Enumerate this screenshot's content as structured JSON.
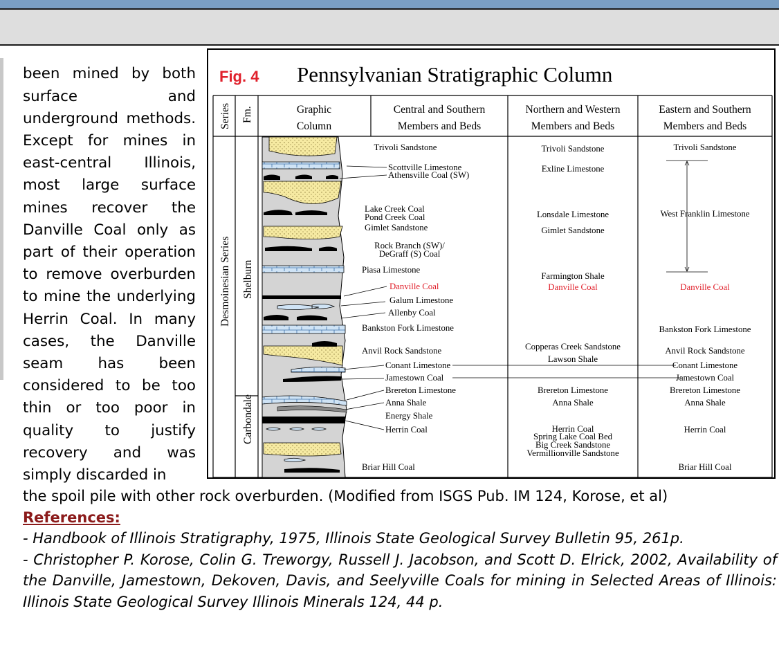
{
  "body_paragraph": "been mined by both surface and underground methods. Except for mines in east-central Illinois, most large surface mines recover the Danville Coal only as part of their operation to remove overburden to mine the underlying Herrin Coal. In many cases, the Danville seam has been considered to be too thin or too poor in quality to justify recovery and was simply discarded in",
  "continuation": "the spoil pile with other rock overburden. (Modified from ISGS Pub. IM 124, Korose, et al)",
  "references_title": "References:",
  "references": [
    "- Handbook of Illinois Stratigraphy, 1975, Illinois State Geological Survey Bulletin 95, 261p.",
    "- Christopher P. Korose, Colin G. Treworgy, Russell J. Jacobson, and Scott D. Elrick, 2002, Availability of the Danville, Jamestown, Dekoven, Davis, and Seelyville Coals for mining in Selected Areas of Illinois: Illinois State Geological Survey Illinois Minerals 124, 44 p."
  ],
  "figure": {
    "number": "Fig. 4",
    "title": "Pennsylvanian Stratigraphic Column",
    "headers": {
      "series": "Series",
      "fm": "Fm.",
      "graphic_1": "Graphic",
      "graphic_2": "Column",
      "central_1": "Central and Southern",
      "central_2": "Members and Beds",
      "northern_1": "Northern and Western",
      "northern_2": "Members and Beds",
      "eastern_1": "Eastern and Southern",
      "eastern_2": "Members and Beds"
    },
    "series_name": "Desmoinesian Series",
    "formations": [
      "Shelburn",
      "Carbondale"
    ],
    "central_labels": [
      "Trivoli Sandstone",
      "Scottville Limestone",
      "Athensville Coal (SW)",
      "Lake Creek Coal",
      "Pond Creek Coal",
      "Gimlet Sandstone",
      "Rock Branch (SW)/",
      "DeGraff (S) Coal",
      "Piasa Limestone",
      "Danville Coal",
      "Galum Limestone",
      "Allenby Coal",
      "Bankston Fork Limestone",
      "Anvil Rock Sandstone",
      "Conant Limestone",
      "Jamestown Coal",
      "Brereton Limestone",
      "Anna Shale",
      "Energy Shale",
      "Herrin Coal",
      "Briar Hill Coal"
    ],
    "northern_labels": [
      "Trivoli Sandstone",
      "Exline Limestone",
      "Lonsdale Limestone",
      "Gimlet Sandstone",
      "Farmington Shale",
      "Danville Coal",
      "Copperas Creek Sandstone",
      "Lawson Shale",
      "Brereton Limestone",
      "Anna Shale",
      "Herrin Coal",
      "Spring Lake Coal Bed",
      "Big Creek Sandstone",
      "Vermillionville Sandstone"
    ],
    "eastern_labels": [
      "Trivoli Sandstone",
      "West Franklin Limestone",
      "Danville Coal",
      "Bankston Fork Limestone",
      "Anvil Rock Sandstone",
      "Conant Limestone",
      "Jamestown Coal",
      "Brereton Limestone",
      "Anna Shale",
      "Herrin Coal",
      "Briar Hill Coal"
    ],
    "colors": {
      "highlight": "#e0202b",
      "sandstone": "#f6eaa2",
      "limestone": "#cfe3f5",
      "shale": "#d4d4d4",
      "coal": "#000000"
    }
  }
}
